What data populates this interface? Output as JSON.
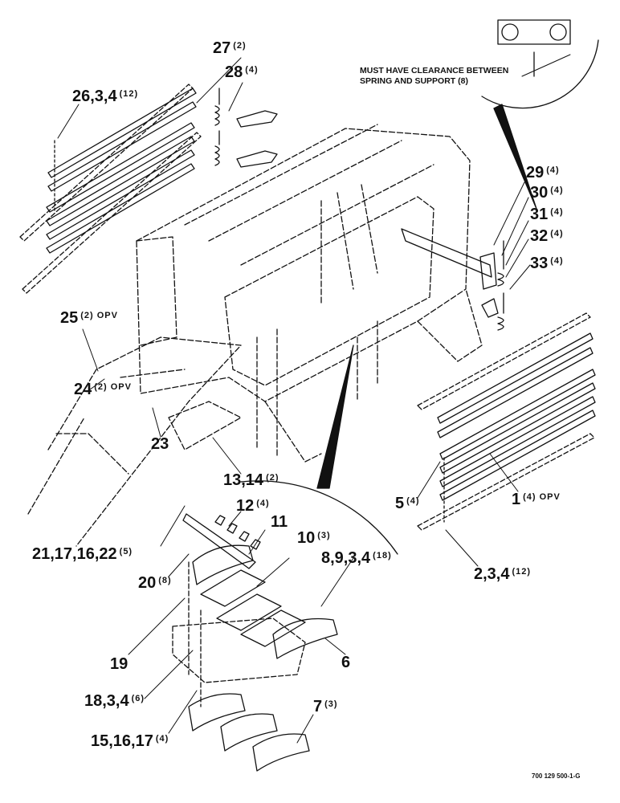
{
  "callouts": [
    {
      "id": "c27",
      "num": "27",
      "qty": "(2)"
    },
    {
      "id": "c28",
      "num": "28",
      "qty": "(4)"
    },
    {
      "id": "c26",
      "num": "26,3,4",
      "qty": "(12)"
    },
    {
      "id": "c29",
      "num": "29",
      "qty": "(4)"
    },
    {
      "id": "c30",
      "num": "30",
      "qty": "(4)"
    },
    {
      "id": "c31",
      "num": "31",
      "qty": "(4)"
    },
    {
      "id": "c32",
      "num": "32",
      "qty": "(4)"
    },
    {
      "id": "c33",
      "num": "33",
      "qty": "(4)"
    },
    {
      "id": "c25",
      "num": "25",
      "qty": "(2) OPV"
    },
    {
      "id": "c24",
      "num": "24",
      "qty": "(2) OPV"
    },
    {
      "id": "c23",
      "num": "23",
      "qty": ""
    },
    {
      "id": "c13",
      "num": "13,14",
      "qty": "(2)"
    },
    {
      "id": "c5",
      "num": "5",
      "qty": "(4)"
    },
    {
      "id": "c1",
      "num": "1",
      "qty": "(4) OPV"
    },
    {
      "id": "c12",
      "num": "12",
      "qty": "(4)"
    },
    {
      "id": "c11",
      "num": "11",
      "qty": ""
    },
    {
      "id": "c10",
      "num": "10",
      "qty": "(3)"
    },
    {
      "id": "c21",
      "num": "21,17,16,22",
      "qty": "(5)"
    },
    {
      "id": "c8",
      "num": "8,9,3,4",
      "qty": "(18)"
    },
    {
      "id": "c2",
      "num": "2,3,4",
      "qty": "(12)"
    },
    {
      "id": "c20",
      "num": "20",
      "qty": "(8)"
    },
    {
      "id": "c19",
      "num": "19",
      "qty": ""
    },
    {
      "id": "c6",
      "num": "6",
      "qty": ""
    },
    {
      "id": "c18",
      "num": "18,3,4",
      "qty": "(6)"
    },
    {
      "id": "c7",
      "num": "7",
      "qty": "(3)"
    },
    {
      "id": "c15",
      "num": "15,16,17",
      "qty": "(4)"
    }
  ],
  "note": {
    "line1": "MUST HAVE CLEARANCE BETWEEN",
    "line2": "SPRING AND SUPPORT (8)"
  },
  "figure_number": "700 129 500-1-G"
}
